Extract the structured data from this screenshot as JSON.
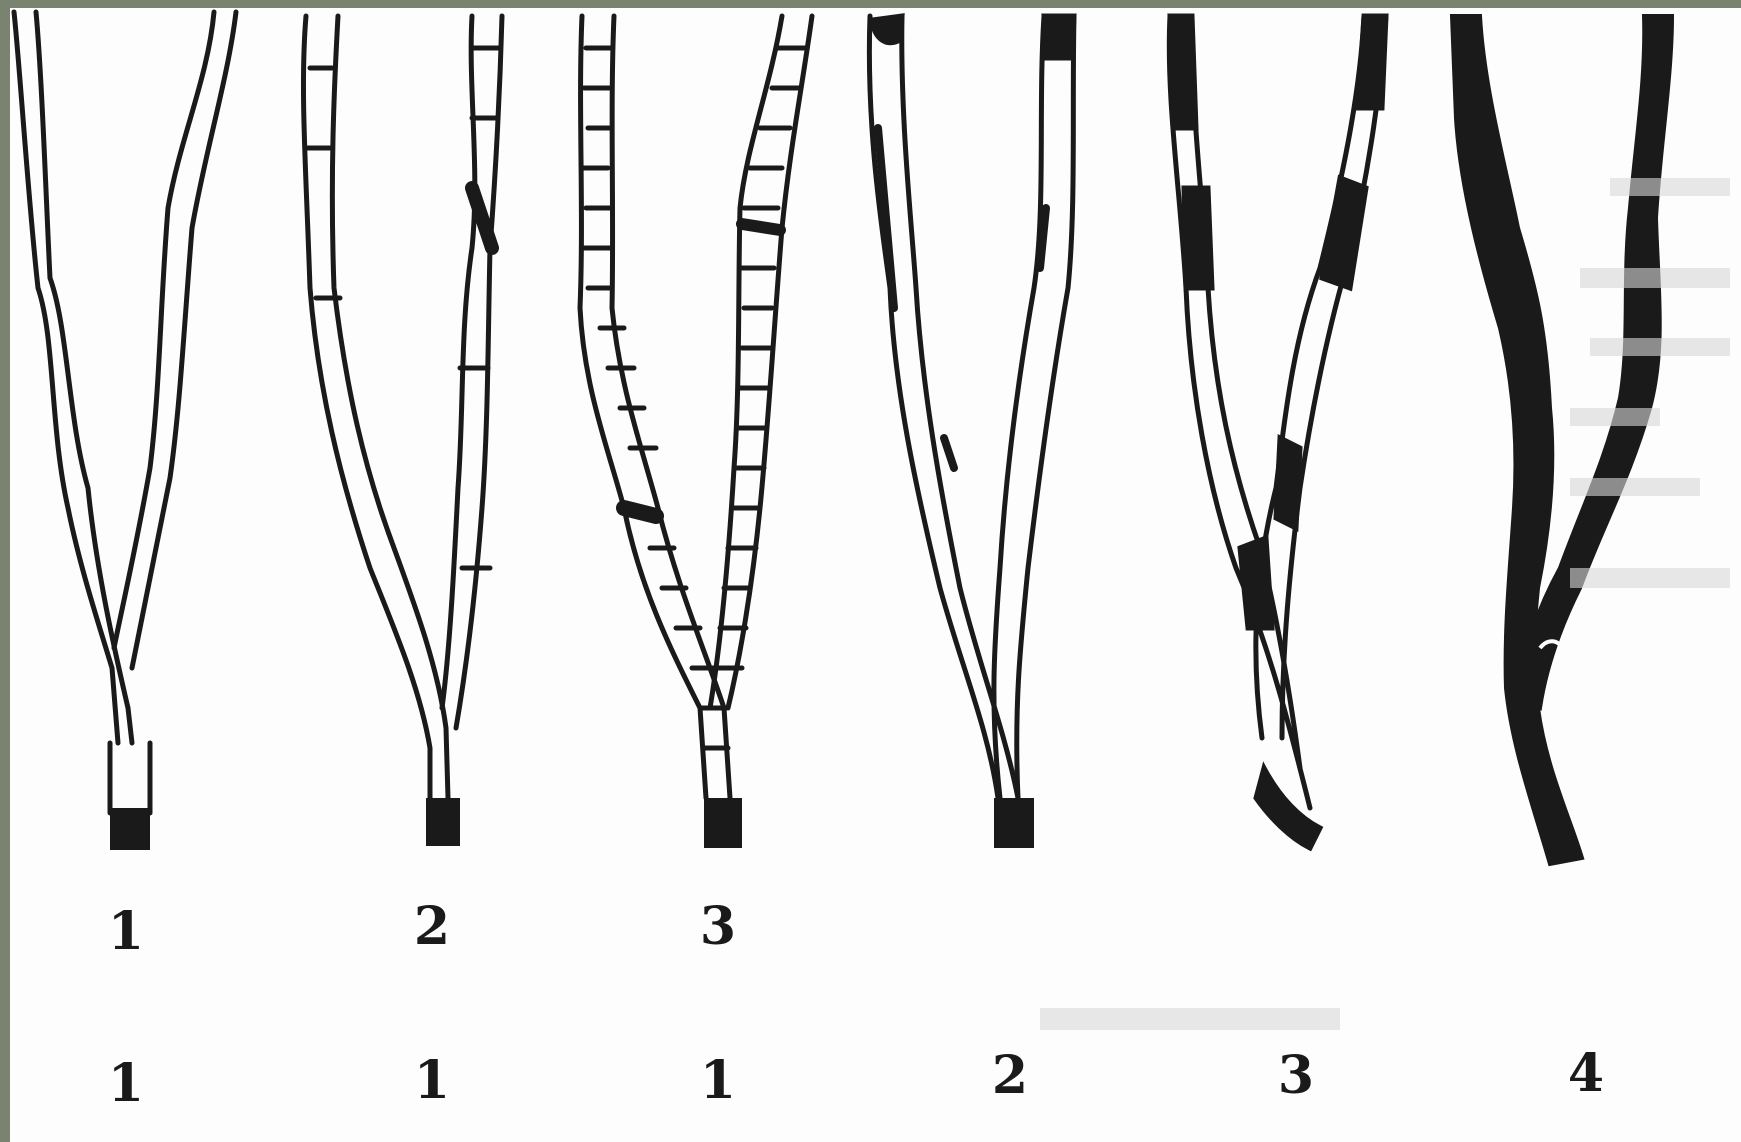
{
  "figures": [
    {
      "top_label": "1",
      "bottom_label": "1",
      "style": "plain"
    },
    {
      "top_label": "2",
      "bottom_label": "1",
      "style": "sparse-marks"
    },
    {
      "top_label": "3",
      "bottom_label": "1",
      "style": "dense-marks"
    },
    {
      "top_label": "",
      "bottom_label": "2",
      "style": "dark-tips"
    },
    {
      "top_label": "",
      "bottom_label": "3",
      "style": "twisted-dark-bands"
    },
    {
      "top_label": "",
      "bottom_label": "4",
      "style": "fully-dark-twisted"
    }
  ],
  "colors": {
    "ink": "#1a1a1a",
    "paper": "#fdfdfd",
    "border": "#7a8270"
  }
}
